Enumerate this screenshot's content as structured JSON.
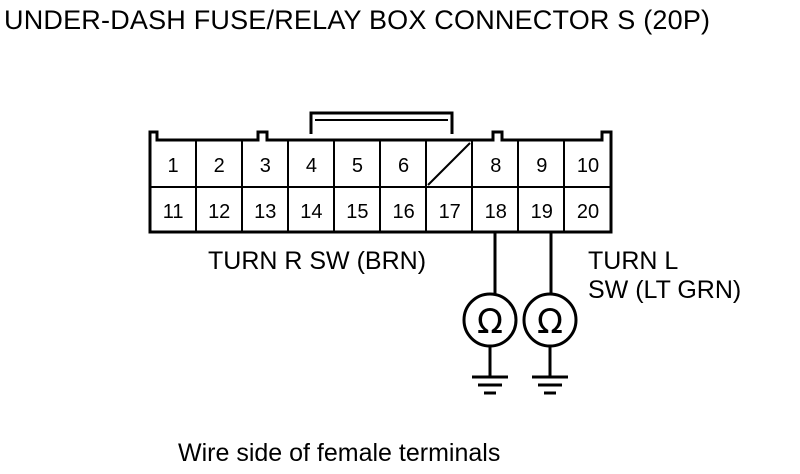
{
  "title": "UNDER-DASH FUSE/RELAY BOX CONNECTOR S (20P)",
  "connector": {
    "top_row": [
      "1",
      "2",
      "3",
      "4",
      "5",
      "6",
      "",
      "8",
      "9",
      "10"
    ],
    "bottom_row": [
      "11",
      "12",
      "13",
      "14",
      "15",
      "16",
      "17",
      "18",
      "19",
      "20"
    ]
  },
  "wires": {
    "right_label": "TURN R SW (BRN)",
    "left_label_line1": "TURN L",
    "left_label_line2": "SW (LT GRN)"
  },
  "meters": {
    "symbol": "Ω"
  },
  "caption": "Wire side of female terminals"
}
